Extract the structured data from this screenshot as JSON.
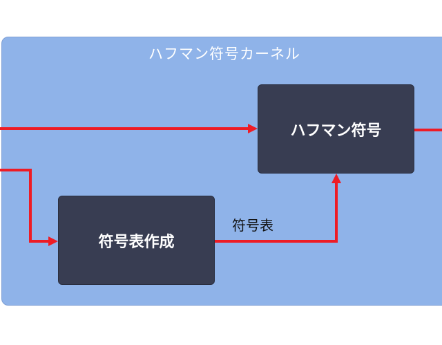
{
  "container": {
    "title": "ハフマン符号カーネル",
    "color": "#8fb3e9"
  },
  "nodes": {
    "huffman": {
      "label": "ハフマン符号"
    },
    "table_build": {
      "label": "符号表作成"
    }
  },
  "edges": {
    "table_edge_label": "符号表",
    "color": "#ee1c25"
  },
  "node_color": "#383d52"
}
